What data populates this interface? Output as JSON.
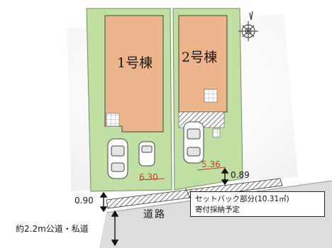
{
  "plan": {
    "lot1_label": "1号棟",
    "lot2_label": "2号棟",
    "width_lot1": "6.30",
    "width_lot2": "5.36",
    "setback_right": "0.89",
    "setback_left": "0.90",
    "road_label": "道路",
    "road_type": "約2.2m公道・私道",
    "callout_line1": "セットバック部分(10.31㎡)",
    "callout_line2": "寄付採納予定"
  },
  "colors": {
    "lot_green": "#bfe0a2",
    "building_fill": "#edb58b",
    "road_gray": "#dcdcdc",
    "dimension_red": "#d23b2a"
  },
  "icons": [
    "north-compass-icon",
    "car-icon",
    "dimension-arrow-icon"
  ]
}
